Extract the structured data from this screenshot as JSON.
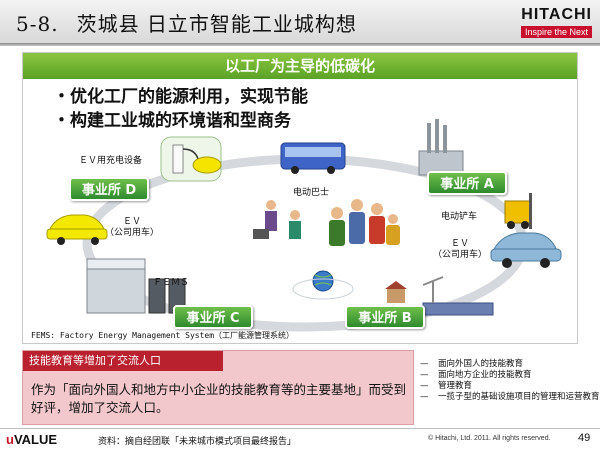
{
  "header": {
    "number": "5-8.",
    "title": "茨城县 日立市智能工业城构想",
    "brand": "HITACHI",
    "tagline": "Inspire the Next"
  },
  "panel": {
    "title": "以工厂为主导的低碳化",
    "bullets": [
      "・优化工厂的能源利用，实现节能",
      "・构建工业城的环境谐和型商务"
    ],
    "offices": {
      "a": "事业所 A",
      "b": "事业所 B",
      "c": "事业所 C",
      "d": "事业所 D"
    },
    "labels": {
      "ev_charger": "ＥＶ用充电设备",
      "electric_bus": "电动巴士",
      "electric_forklift": "电动铲车",
      "ev_left": "ＥＶ\n（公司用车）",
      "ev_right": "ＥＶ\n（公司用车）",
      "fems": "ＦＥＭＳ"
    },
    "fems_note": "FEMS:  Factory Energy Management System（工厂能源管理系统）"
  },
  "note": {
    "title": "技能教育等增加了交流人口",
    "body": "作为「面向外国人和地方中小企业的技能教育等的主要基地」而受到好评，增加了交流人口。"
  },
  "side_list": [
    "面向外国人的技能教育",
    "面向地方企业的技能教育",
    "管理教育",
    "一揽子型的基础设施项目的管理和运营教育"
  ],
  "footer": {
    "brand_u": "u",
    "brand_rest": "VALUE",
    "source": "资料：摘自经团联「未来城市模式项目最终报告」",
    "copyright": "© Hitachi, Ltd. 2011. All rights reserved.",
    "page": "49"
  },
  "colors": {
    "accent_green": "#5aa226",
    "accent_red": "#b9212f",
    "note_bg": "#f2c8cc",
    "brand_red": "#c8102e"
  }
}
